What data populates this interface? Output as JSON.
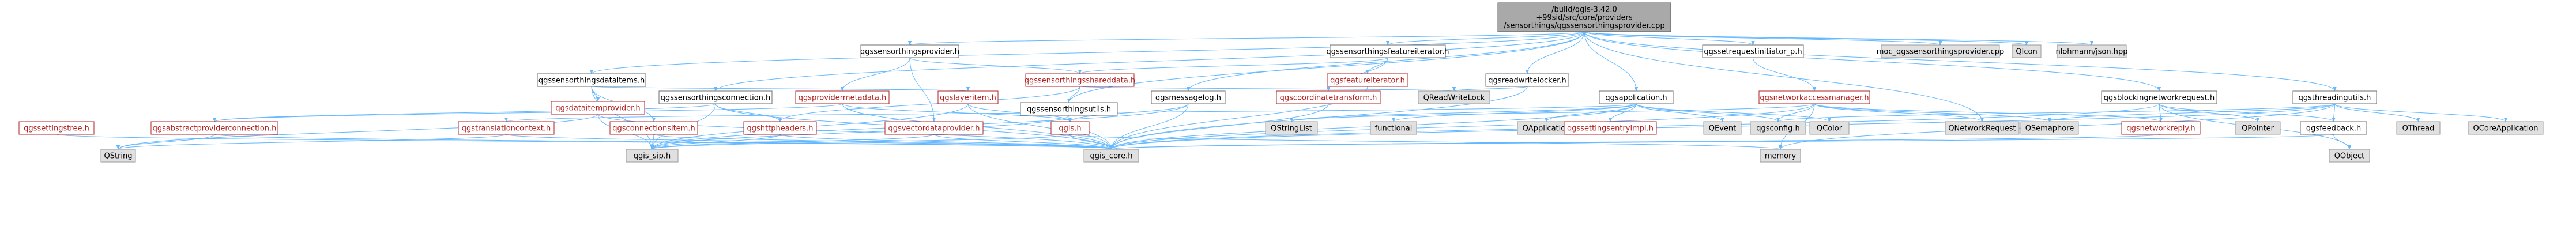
{
  "colors": {
    "edge": "#63b8ff",
    "arrow": "#63b8ff",
    "red_node_border": "#b22222",
    "gray_node_fill": "#e0e0e0",
    "root_fill": "#a9a9a9"
  },
  "nodes": {
    "root": {
      "label": "/build/qgis-3.42.0+99sid/src/core/providers/sensorthings/qgssensorthingsprovider.cpp",
      "lines": [
        "/build/qgis-3.42.0",
        "+99sid/src/core/providers",
        "/sensorthings/qgssensorthingsprovider.cpp"
      ],
      "style": "root"
    },
    "sensorthingsprovider_h": {
      "label": "qgssensorthingsprovider.h",
      "style": "white"
    },
    "featureiterator_h": {
      "label": "qgssensorthingsfeatureiterator.h",
      "style": "white"
    },
    "setrequestinitiator_p_h": {
      "label": "qgssetrequestinitiator_p.h",
      "style": "white"
    },
    "moc_cpp": {
      "label": "moc_qgssensorthingsprovider.cpp",
      "style": "gray"
    },
    "qicon": {
      "label": "QIcon",
      "style": "gray"
    },
    "nlohmann_json": {
      "label": "nlohmann/json.hpp",
      "style": "gray"
    },
    "dataitems_h": {
      "label": "qgssensorthingsdataitems.h",
      "style": "white"
    },
    "shareddata_h": {
      "label": "qgssensorthingsshareddata.h",
      "style": "red"
    },
    "featureiterator2_h": {
      "label": "qgsfeatureiterator.h",
      "style": "red"
    },
    "readwritelocker_h": {
      "label": "qgsreadwritelocker.h",
      "style": "white"
    },
    "networkaccessmanager_h": {
      "label": "qgsnetworkaccessmanager.h",
      "style": "red"
    },
    "blockingnetworkrequest_h": {
      "label": "qgsblockingnetworkrequest.h",
      "style": "white"
    },
    "threadingutils_h": {
      "label": "qgsthreadingutils.h",
      "style": "white"
    },
    "dataitemprovider_h": {
      "label": "qgsdataitemprovider.h",
      "style": "red"
    },
    "connection_h": {
      "label": "qgssensorthingsconnection.h",
      "style": "white"
    },
    "providermetadata_h": {
      "label": "qgsprovidermetadata.h",
      "style": "red"
    },
    "layeritem_h": {
      "label": "qgslayeritem.h",
      "style": "red"
    },
    "utils_h": {
      "label": "qgssensorthingsutils.h",
      "style": "white"
    },
    "messagelog_h": {
      "label": "qgsmessagelog.h",
      "style": "white"
    },
    "coordinatetransform_h": {
      "label": "qgscoordinatetransform.h",
      "style": "red"
    },
    "qreadwritelock": {
      "label": "QReadWriteLock",
      "style": "gray"
    },
    "application_h": {
      "label": "qgsapplication.h",
      "style": "white"
    },
    "settingstree_h": {
      "label": "qgssettingstree.h",
      "style": "red"
    },
    "abstractproviderconnection_h": {
      "label": "qgsabstractproviderconnection.h",
      "style": "red"
    },
    "translationcontext_h": {
      "label": "qgstranslationcontext.h",
      "style": "red"
    },
    "connectionsitem_h": {
      "label": "qgsconnectionsitem.h",
      "style": "red"
    },
    "httpheaders_h": {
      "label": "qgshttpheaders.h",
      "style": "red"
    },
    "vectordataprovider_h": {
      "label": "qgsvectordataprovider.h",
      "style": "red"
    },
    "qgis_h": {
      "label": "qgis.h",
      "style": "red"
    },
    "qstringlist": {
      "label": "QStringList",
      "style": "gray"
    },
    "functional": {
      "label": "functional",
      "style": "gray"
    },
    "qapplication": {
      "label": "QApplication",
      "style": "gray"
    },
    "settingsentryimpl_h": {
      "label": "qgssettingsentryimpl.h",
      "style": "red"
    },
    "qevent": {
      "label": "QEvent",
      "style": "gray"
    },
    "config_h": {
      "label": "qgsconfig.h",
      "style": "gray"
    },
    "qcolor": {
      "label": "QColor",
      "style": "gray"
    },
    "qnetworkrequest": {
      "label": "QNetworkRequest",
      "style": "gray"
    },
    "qsemaphore": {
      "label": "QSemaphore",
      "style": "gray"
    },
    "networkreply_h": {
      "label": "qgsnetworkreply.h",
      "style": "red"
    },
    "qpointer": {
      "label": "QPointer",
      "style": "gray"
    },
    "feedback_h": {
      "label": "qgsfeedback.h",
      "style": "white"
    },
    "qthread": {
      "label": "QThread",
      "style": "gray"
    },
    "qcoreapplication": {
      "label": "QCoreApplication",
      "style": "gray"
    },
    "qstring": {
      "label": "QString",
      "style": "gray"
    },
    "qgis_sip_h": {
      "label": "qgis_sip.h",
      "style": "gray"
    },
    "qgis_core_h": {
      "label": "qgis_core.h",
      "style": "gray"
    },
    "memory": {
      "label": "memory",
      "style": "gray"
    },
    "qobject": {
      "label": "QObject",
      "style": "gray"
    }
  },
  "edges": [
    [
      "root",
      "sensorthingsprovider_h"
    ],
    [
      "root",
      "featureiterator_h"
    ],
    [
      "root",
      "setrequestinitiator_p_h"
    ],
    [
      "root",
      "moc_cpp"
    ],
    [
      "root",
      "qicon"
    ],
    [
      "root",
      "nlohmann_json"
    ],
    [
      "root",
      "dataitems_h"
    ],
    [
      "root",
      "readwritelocker_h"
    ],
    [
      "root",
      "application_h"
    ],
    [
      "root",
      "utils_h"
    ],
    [
      "root",
      "messagelog_h"
    ],
    [
      "root",
      "blockingnetworkrequest_h"
    ],
    [
      "root",
      "threadingutils_h"
    ],
    [
      "root",
      "connection_h"
    ],
    [
      "root",
      "qnetworkrequest"
    ],
    [
      "sensorthingsprovider_h",
      "shareddata_h"
    ],
    [
      "sensorthingsprovider_h",
      "providermetadata_h"
    ],
    [
      "sensorthingsprovider_h",
      "vectordataprovider_h"
    ],
    [
      "featureiterator_h",
      "shareddata_h"
    ],
    [
      "featureiterator_h",
      "featureiterator2_h"
    ],
    [
      "featureiterator_h",
      "coordinatetransform_h"
    ],
    [
      "setrequestinitiator_p_h",
      "networkaccessmanager_h"
    ],
    [
      "dataitems_h",
      "dataitemprovider_h"
    ],
    [
      "dataitems_h",
      "layeritem_h"
    ],
    [
      "dataitems_h",
      "connectionsitem_h"
    ],
    [
      "dataitems_h",
      "qgis_sip_h"
    ],
    [
      "shareddata_h",
      "utils_h"
    ],
    [
      "shareddata_h",
      "httpheaders_h"
    ],
    [
      "shareddata_h",
      "qreadwritelock"
    ],
    [
      "featureiterator2_h",
      "qgis_core_h"
    ],
    [
      "readwritelocker_h",
      "qreadwritelock"
    ],
    [
      "readwritelocker_h",
      "qgis_core_h"
    ],
    [
      "networkaccessmanager_h",
      "qstringlist"
    ],
    [
      "networkaccessmanager_h",
      "networkreply_h"
    ],
    [
      "networkaccessmanager_h",
      "config_h"
    ],
    [
      "networkaccessmanager_h",
      "qgis_core_h"
    ],
    [
      "networkaccessmanager_h",
      "memory"
    ],
    [
      "networkaccessmanager_h",
      "qnetworkrequest"
    ],
    [
      "networkaccessmanager_h",
      "qsemaphore"
    ],
    [
      "blockingnetworkrequest_h",
      "networkreply_h"
    ],
    [
      "blockingnetworkrequest_h",
      "feedback_h"
    ],
    [
      "blockingnetworkrequest_h",
      "qpointer"
    ],
    [
      "blockingnetworkrequest_h",
      "qgis_core_h"
    ],
    [
      "blockingnetworkrequest_h",
      "qobject"
    ],
    [
      "threadingutils_h",
      "qthread"
    ],
    [
      "threadingutils_h",
      "qcoreapplication"
    ],
    [
      "threadingutils_h",
      "qsemaphore"
    ],
    [
      "threadingutils_h",
      "feedback_h"
    ],
    [
      "threadingutils_h",
      "qgis_core_h"
    ],
    [
      "threadingutils_h",
      "memory"
    ],
    [
      "threadingutils_h",
      "config_h"
    ],
    [
      "dataitemprovider_h",
      "qgis_sip_h"
    ],
    [
      "dataitemprovider_h",
      "qstring"
    ],
    [
      "dataitemprovider_h",
      "qgis_core_h"
    ],
    [
      "connection_h",
      "abstractproviderconnection_h"
    ],
    [
      "connection_h",
      "qgis_core_h"
    ],
    [
      "connection_h",
      "httpheaders_h"
    ],
    [
      "connection_h",
      "qgis_sip_h"
    ],
    [
      "providermetadata_h",
      "abstractproviderconnection_h"
    ],
    [
      "providermetadata_h",
      "qgis_h"
    ],
    [
      "providermetadata_h",
      "qgis_core_h"
    ],
    [
      "layeritem_h",
      "qgis_sip_h"
    ],
    [
      "layeritem_h",
      "qgis_core_h"
    ],
    [
      "layeritem_h",
      "qgis_h"
    ],
    [
      "utils_h",
      "qgis_core_h"
    ],
    [
      "utils_h",
      "qgis_h"
    ],
    [
      "utils_h",
      "qgis_sip_h"
    ],
    [
      "messagelog_h",
      "qgis_core_h"
    ],
    [
      "messagelog_h",
      "qgis_h"
    ],
    [
      "messagelog_h",
      "qgis_sip_h"
    ],
    [
      "coordinatetransform_h",
      "qgis_core_h"
    ],
    [
      "application_h",
      "qapplication"
    ],
    [
      "application_h",
      "qevent"
    ],
    [
      "application_h",
      "qstringlist"
    ],
    [
      "application_h",
      "settingsentryimpl_h"
    ],
    [
      "application_h",
      "translationcontext_h"
    ],
    [
      "application_h",
      "config_h"
    ],
    [
      "application_h",
      "qcolor"
    ],
    [
      "application_h",
      "functional"
    ],
    [
      "application_h",
      "qgis_core_h"
    ],
    [
      "settingstree_h",
      "qgis_core_h"
    ],
    [
      "abstractproviderconnection_h",
      "qgis_core_h"
    ],
    [
      "abstractproviderconnection_h",
      "qstring"
    ],
    [
      "translationcontext_h",
      "qgis_core_h"
    ],
    [
      "translationcontext_h",
      "qstring"
    ],
    [
      "connectionsitem_h",
      "qgis_sip_h"
    ],
    [
      "connectionsitem_h",
      "qgis_core_h"
    ],
    [
      "httpheaders_h",
      "qgis_core_h"
    ],
    [
      "httpheaders_h",
      "qgis_sip_h"
    ],
    [
      "vectordataprovider_h",
      "qgis_core_h"
    ],
    [
      "vectordataprovider_h",
      "qgis_sip_h"
    ],
    [
      "qgis_h",
      "qgis_sip_h"
    ],
    [
      "qgis_h",
      "qgis_core_h"
    ],
    [
      "qgis_h",
      "memory"
    ],
    [
      "networkreply_h",
      "qgis_core_h"
    ],
    [
      "feedback_h",
      "qobject"
    ],
    [
      "feedback_h",
      "qgis_core_h"
    ]
  ]
}
